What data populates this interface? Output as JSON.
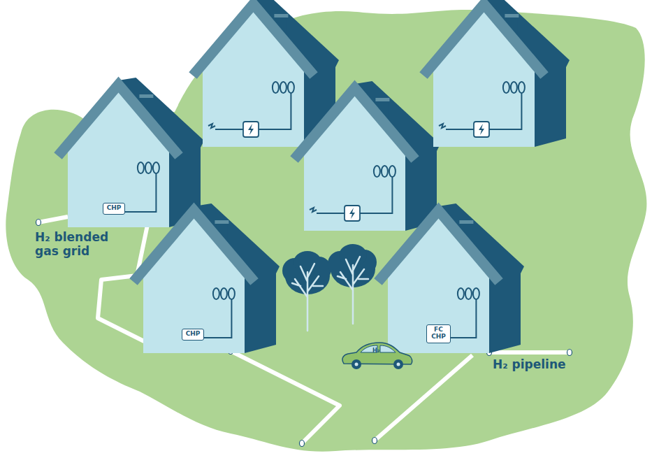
{
  "diagram": {
    "nodes": [
      {
        "text": [
          "CHP"
        ]
      },
      {
        "text": [
          "CHP"
        ]
      },
      {
        "text": [
          "FC CHP"
        ]
      }
    ],
    "labels": [
      "H₂ blended gas grid",
      "H₂ pipeline",
      "H₂"
    ]
  }
}
